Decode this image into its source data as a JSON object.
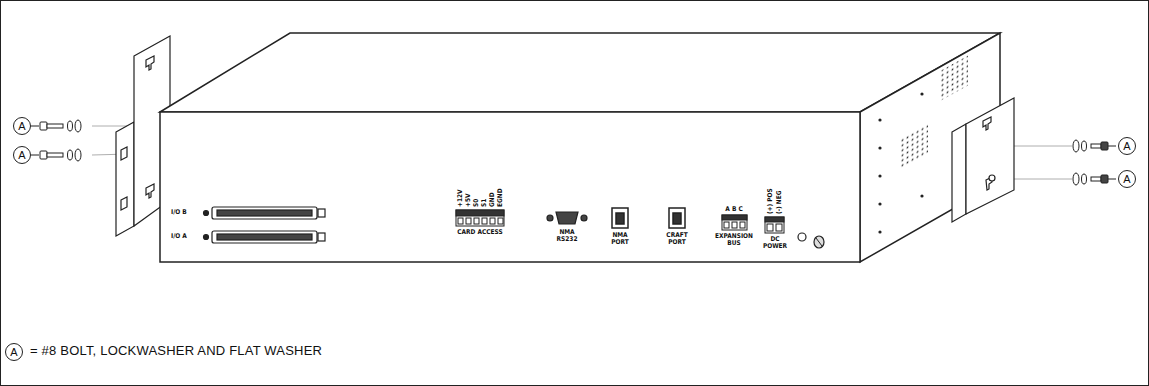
{
  "diagram": {
    "nodes": [
      {
        "text": [
          "A"
        ]
      },
      {
        "text": [
          "A"
        ]
      },
      {
        "text": [
          "A"
        ]
      },
      {
        "text": [
          "A"
        ]
      },
      {
        "text": [
          "A"
        ]
      }
    ],
    "labels": [
      "= #8 BOLT, LOCKWASHER AND FLAT WASHER",
      "I/O B",
      "I/O A",
      "+12V",
      "+5V",
      "S0",
      "S1",
      "GND",
      "EGND",
      "CARD ACCESS",
      "NMA RS232",
      "NMA PORT",
      "CRAFT PORT",
      "A B C",
      "EXPANSION BUS",
      "(+) POS",
      "(-) NEG",
      "DC POWER"
    ]
  }
}
